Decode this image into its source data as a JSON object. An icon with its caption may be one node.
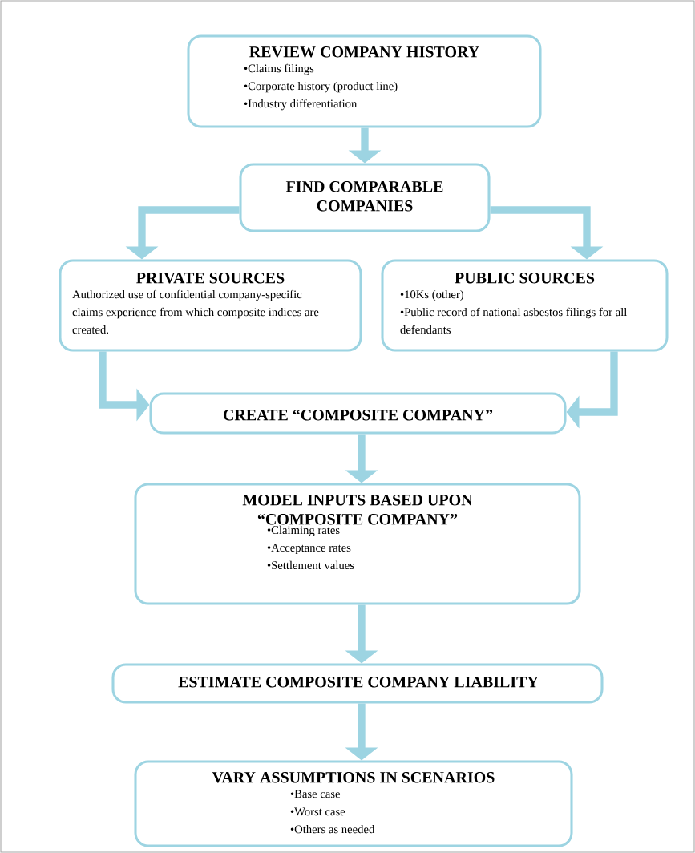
{
  "diagram": {
    "nodes": [
      {
        "text": [
          "REVIEW COMPANY HISTORY",
          "•Claims filings",
          "•Corporate history (product line)",
          "•Industry differentiation"
        ]
      },
      {
        "text": [
          "FIND COMPARABLE COMPANIES"
        ]
      },
      {
        "text": [
          "PRIVATE SOURCES",
          "Authorized use of confidential company-specific claims experience from which composite indices are created."
        ]
      },
      {
        "text": [
          "PUBLIC SOURCES",
          "•10Ks (other)",
          "•Public record of national asbestos filings for all defendants"
        ]
      },
      {
        "text": [
          "CREATE “COMPOSITE COMPANY”"
        ]
      },
      {
        "text": [
          "MODEL INPUTS BASED UPON “COMPOSITE COMPANY”",
          "•Claiming rates",
          "•Acceptance rates",
          "•Settlement values"
        ]
      },
      {
        "text": [
          "ESTIMATE COMPOSITE COMPANY LIABILITY"
        ]
      },
      {
        "text": [
          "VARY ASSUMPTIONS IN SCENARIOS",
          "•Base case",
          "•Worst case",
          "•Others as needed"
        ]
      }
    ],
    "edges": [
      {
        "from": 0,
        "to": 1,
        "arrow": "to"
      },
      {
        "from": 1,
        "to": 2,
        "arrow": "to"
      },
      {
        "from": 1,
        "to": 3,
        "arrow": "to"
      },
      {
        "from": 2,
        "to": 4,
        "arrow": "to"
      },
      {
        "from": 3,
        "to": 4,
        "arrow": "to"
      },
      {
        "from": 4,
        "to": 5,
        "arrow": "to"
      },
      {
        "from": 5,
        "to": 6,
        "arrow": "to"
      },
      {
        "from": 6,
        "to": 7,
        "arrow": "to"
      }
    ]
  }
}
